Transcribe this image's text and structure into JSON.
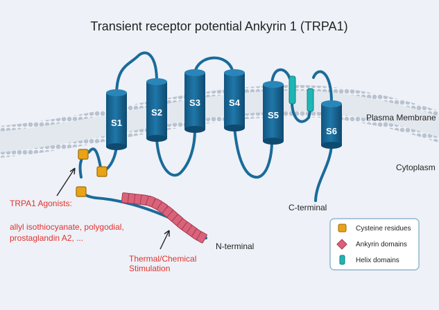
{
  "title": "Transient receptor potential Ankyrin 1 (TRPA1)",
  "segments": [
    "S1",
    "S2",
    "S3",
    "S4",
    "S5",
    "S6"
  ],
  "labels": {
    "plasma_membrane": "Plasma Membrane",
    "cytoplasm": "Cytoplasm",
    "c_terminal": "C-terminal",
    "n_terminal": "N-terminal"
  },
  "agonists": {
    "line1": "TRPA1 Agonists:",
    "line2": "allyl isothiocyanate,  polygodial,",
    "line3": "prostaglandin A2, ..."
  },
  "stimulation": {
    "line1": "Thermal/Chemical",
    "line2": "Stimulation"
  },
  "legend": {
    "items": [
      {
        "label": "Cysteine residues",
        "icon": "orange-square",
        "color": "#e8a317"
      },
      {
        "label": "Ankyrin domains",
        "icon": "pink-diamond",
        "color": "#d9637a"
      },
      {
        "label": "Helix domains",
        "icon": "teal-bar",
        "color": "#1fb5b5"
      }
    ]
  },
  "colors": {
    "helix": "#1a6b9a",
    "helix_dark": "#0f4f75",
    "accent_red": "#e0322d",
    "membrane_bead": "#b9c3cf"
  }
}
